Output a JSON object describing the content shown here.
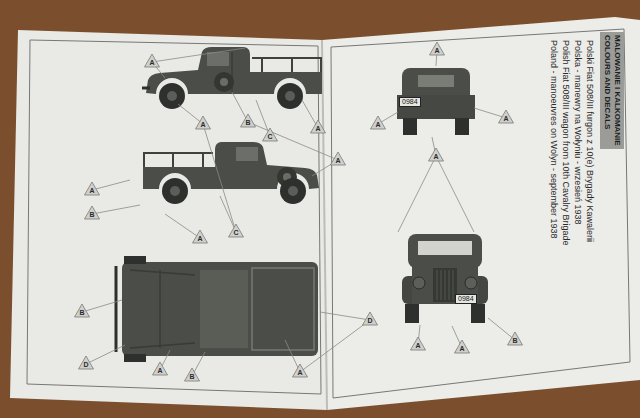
{
  "diagram": {
    "nodes": [
      {
        "text": [
          "MALOWANIE I KALKOMANIE",
          "COLOURS AND DECALS"
        ]
      }
    ],
    "labels": [
      "Polski Fiat 508/III furgon z 10(e) Brygady Kawalerii",
      "Polska - manewry na Wołyniu - wrzesień 1938",
      "Polish Fiat 508/III wagon from 10th Cavalry Brigade",
      "Poland - manoeuvres on Wolyn - september 1938",
      "0984",
      "0984",
      "A",
      "A",
      "B",
      "C",
      "A",
      "A",
      "B",
      "A",
      "C",
      "A",
      "B",
      "D",
      "A",
      "B",
      "A",
      "D",
      "A",
      "A",
      "A",
      "A",
      "A",
      "A",
      "B"
    ]
  }
}
